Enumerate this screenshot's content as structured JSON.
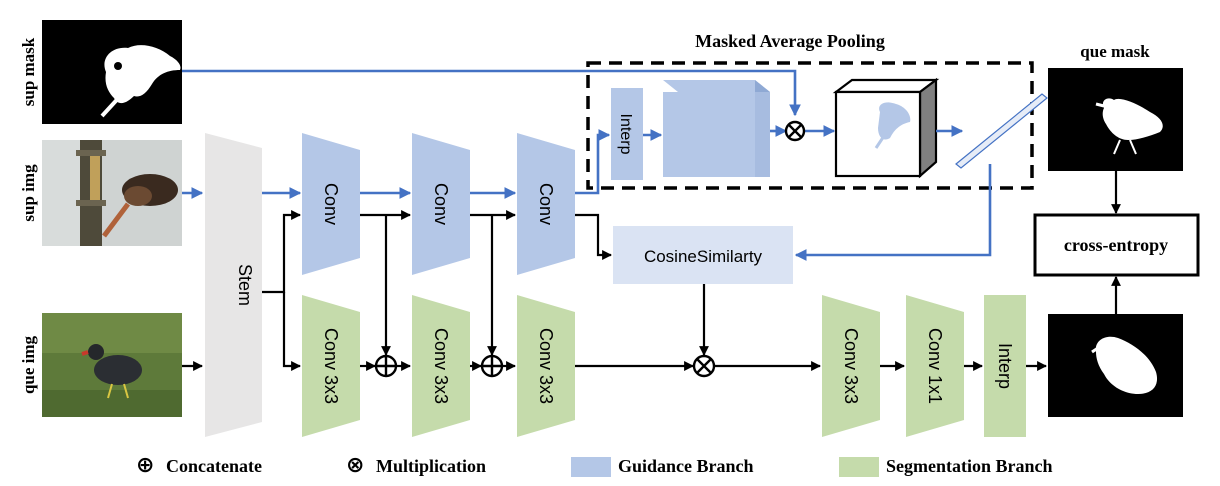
{
  "inputs": {
    "sup_mask": "sup mask",
    "sup_img": "sup img",
    "que_img": "que img"
  },
  "stem": "Stem",
  "guidance": {
    "conv1": "Conv",
    "conv2": "Conv",
    "conv3": "Conv"
  },
  "segmentation": {
    "conv1": "Conv 3x3",
    "conv2": "Conv 3x3",
    "conv3": "Conv 3x3",
    "conv4": "Conv 3x3",
    "conv5": "Conv 1x1",
    "interp": "Interp"
  },
  "map": {
    "title": "Masked Average Pooling",
    "interp": "Interp"
  },
  "cosine": "CosineSimilarty",
  "outputs": {
    "que_mask": "que mask",
    "loss": "cross-entropy"
  },
  "legend": {
    "concat_symbol": "⊕",
    "concat": "Concatenate",
    "mult_symbol": "⊗",
    "mult": "Multiplication",
    "guidance": "Guidance Branch",
    "segmentation": "Segmentation Branch"
  },
  "colors": {
    "guidance": "#b4c7e7",
    "segmentation": "#c5dbab",
    "stem": "#e7e6e6",
    "arrow_blue": "#4472c4",
    "arrow_black": "#000000"
  }
}
